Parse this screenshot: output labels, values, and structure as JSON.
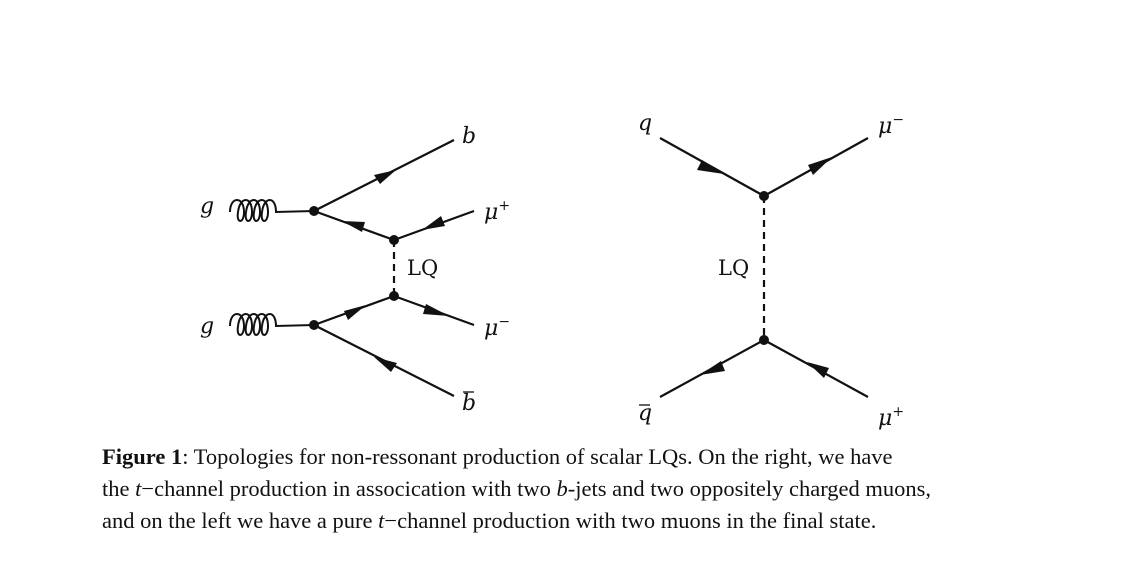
{
  "left_diagram": {
    "labels": {
      "g_top": "g",
      "g_bottom": "g",
      "b": "b",
      "bbar": "b",
      "muplus": "μ",
      "muplus_sup": "+",
      "muminus": "μ",
      "muminus_sup": "−",
      "lq": "LQ"
    }
  },
  "right_diagram": {
    "labels": {
      "q": "q",
      "qbar": "q",
      "muminus": "μ",
      "muminus_sup": "−",
      "muplus": "μ",
      "muplus_sup": "+",
      "lq": "LQ"
    }
  },
  "caption": {
    "label": "Figure 1",
    "line1": ": Topologies for non-ressonant production of scalar LQs. On the right, we have",
    "line2_a": "the ",
    "line2_t": "t",
    "line2_b": "−channel production in assocication with two ",
    "line2_bjet": "b",
    "line2_c": "-jets and two oppositely charged muons,",
    "line3_a": "and on the left we have a pure ",
    "line3_t": "t",
    "line3_b": "−channel production with two muons in the final state."
  }
}
